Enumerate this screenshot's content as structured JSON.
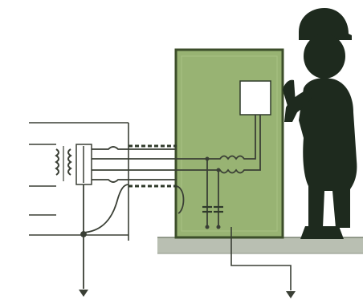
{
  "diagram": {
    "parts": {
      "transformer": {
        "icon": "transformer-icon"
      },
      "equipment_cabinet": {
        "icon": "equipment-cabinet"
      },
      "panel_meter": {
        "icon": "meter-window"
      },
      "worker": {
        "icon": "person-silhouette-icon"
      },
      "ground": {
        "icon": "ground-symbol-icon",
        "count": 2
      },
      "capacitors": {
        "icon": "capacitor-icon",
        "count": 2
      },
      "inductors": {
        "icon": "inductor-coil-icon",
        "count": 2
      }
    },
    "colors": {
      "cabinet_fill": "#98b373",
      "cabinet_stroke": "#3c4e2a",
      "floor": "#b9bfb2",
      "wire": "#3a3f35",
      "dashed_wire": "#2f3a2a",
      "worker": "#1e2a1e"
    }
  }
}
